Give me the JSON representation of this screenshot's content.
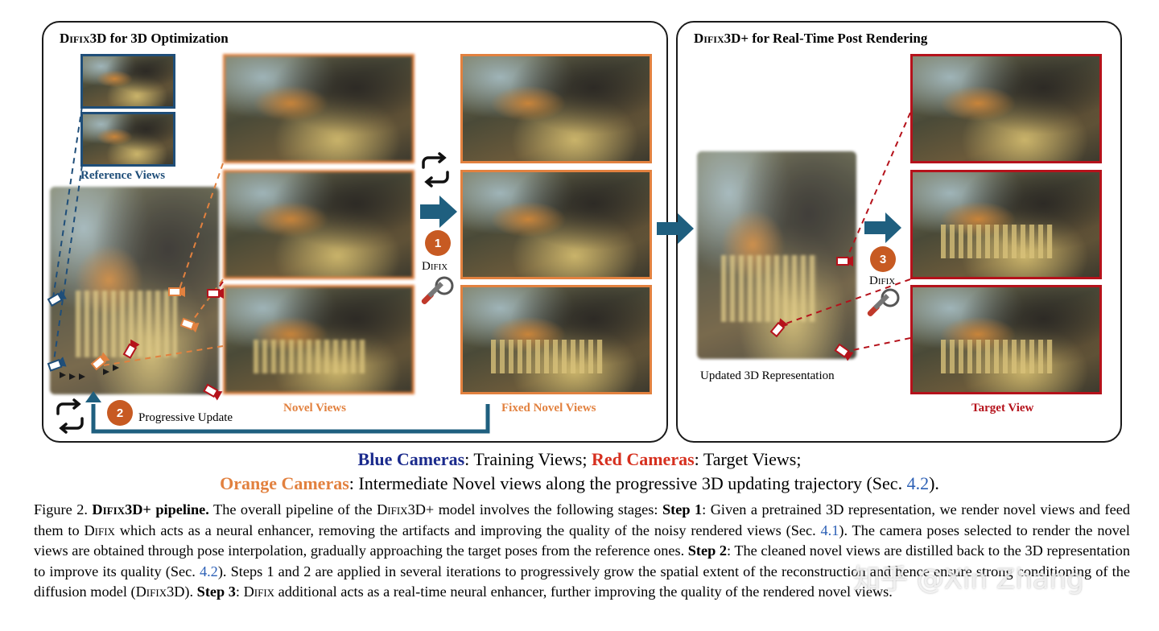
{
  "left_panel": {
    "title_prefix": "Difix",
    "title_rest": "3D for 3D Optimization",
    "reference_label": "Reference Views",
    "novel_label": "Novel Views",
    "fixed_label": "Fixed Novel Views",
    "step1_number": "1",
    "difix_label": "Difix",
    "step2_number": "2",
    "progressive_label": "Progressive Update"
  },
  "right_panel": {
    "title_prefix": "Difix",
    "title_rest": "3D+ for Real-Time Post Rendering",
    "updated_label": "Updated 3D Representation",
    "step3_number": "3",
    "difix_label": "Difix",
    "target_label": "Target View"
  },
  "legend": {
    "blue_term": "Blue Cameras",
    "blue_desc": ": Training Views; ",
    "red_term": "Red Cameras",
    "red_desc": ": Target Views;",
    "orange_term": "Orange Cameras",
    "orange_desc": ": Intermediate Novel views along the progressive 3D updating trajectory (Sec. ",
    "orange_ref": "4.2",
    "orange_end": ")."
  },
  "caption": {
    "fig_label": "Figure 2. ",
    "bold_title_sc": "Difix",
    "bold_title_rest": "3D+ pipeline.",
    "t1": " The overall pipeline of the ",
    "sc1": "Difix",
    "t2": "3D+ model involves the following stages: ",
    "step1": "Step 1",
    "t3": ": Given a pretrained 3D representation, we render novel views and feed them to ",
    "sc2": "Difix",
    "t4": " which acts as a neural enhancer, removing the artifacts and improving the quality of the noisy rendered views (Sec. ",
    "ref1": "4.1",
    "t5": "). The camera poses selected to render the novel views are obtained through pose interpolation, gradually approaching the target poses from the reference ones. ",
    "step2": "Step 2",
    "t6": ": The cleaned novel views are distilled back to the 3D representation to improve its quality (Sec. ",
    "ref2": "4.2",
    "t7": "). Steps 1 and 2 are applied in several iterations to progressively grow the spatial extent of the reconstruction and hence ensure strong conditioning of the diffusion model (",
    "sc3": "Difix",
    "t8": "3D). ",
    "step3": "Step 3",
    "t9": ": ",
    "sc4": "Difix",
    "t10": " additional acts as a real-time neural enhancer, further improving the quality of the rendered novel views."
  },
  "watermark": "知乎 @Xin Zhang",
  "colors": {
    "orange": "#e2813f",
    "blue": "#1f4e79",
    "red": "#b5121b",
    "arrow": "#1f5f7f",
    "step_circle": "#c75a22"
  }
}
